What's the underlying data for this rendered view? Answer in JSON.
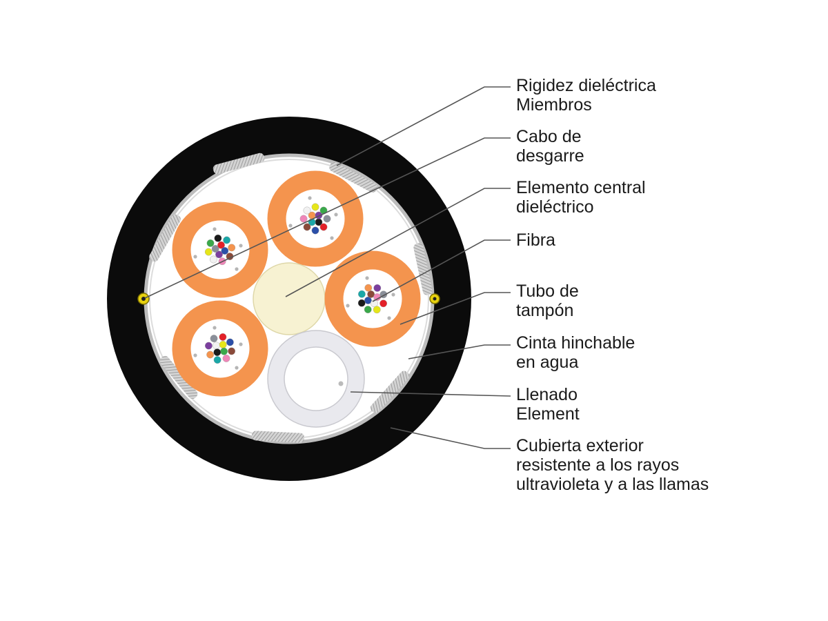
{
  "labels": [
    {
      "lines": [
        "Rigidez dieléctrica",
        "Miembros"
      ]
    },
    {
      "lines": [
        "Cabo de",
        "desgarre"
      ]
    },
    {
      "lines": [
        "Elemento central",
        "dieléctrico"
      ]
    },
    {
      "lines": [
        "Fibra"
      ]
    },
    {
      "lines": [
        "Tubo de",
        "tampón"
      ]
    },
    {
      "lines": [
        "Cinta hinchable",
        "en agua"
      ]
    },
    {
      "lines": [
        "Llenado",
        "Element"
      ]
    },
    {
      "lines": [
        "Cubierta exterior",
        "resistente a los rayos",
        "ultravioleta y a las llamas"
      ]
    }
  ],
  "colors": {
    "jacket": "#0b0b0b",
    "inner_fill": "#ffffff",
    "buffer_tube": "#f4944e",
    "central_element": "#f7f2d2",
    "filler": "#e9e9ee",
    "strength_member": "#b9b9b9",
    "leader_line": "#555555",
    "ripcord": "#e7d10f"
  },
  "fiber_colors": [
    "#1a1a1a",
    "#e32028",
    "#e6e61a",
    "#7b3f9e",
    "#ef86b8",
    "#1aa7a7",
    "#2b4fa8",
    "#3aa84a",
    "#8a8f99",
    "#f2f2f2",
    "#f4944e",
    "#8a4a3a"
  ]
}
